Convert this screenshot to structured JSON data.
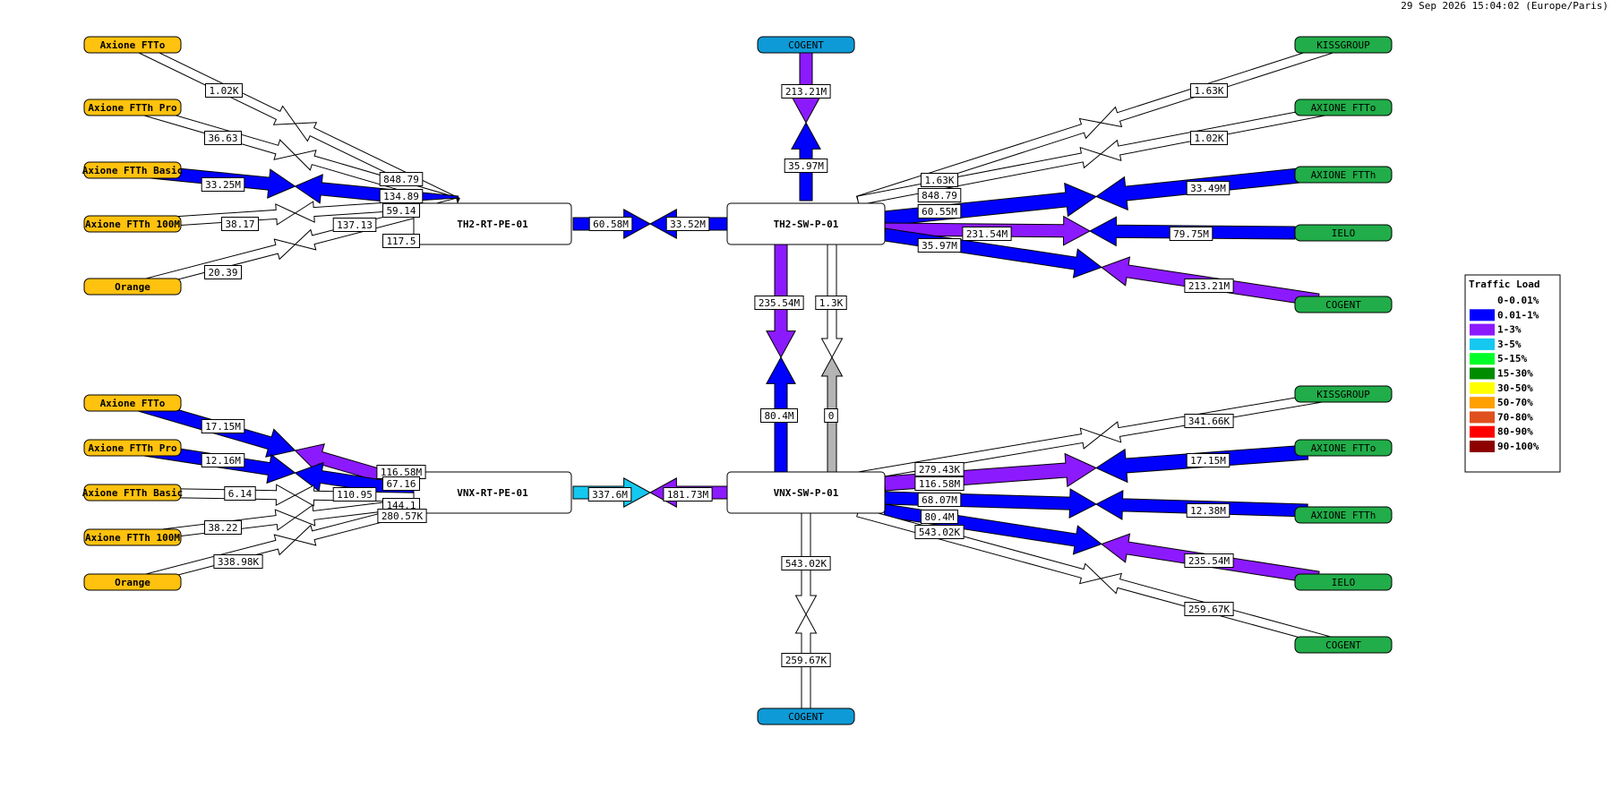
{
  "timestamp": "29 Sep 2026 15:04:02 (Europe/Paris)",
  "colors": {
    "yellow_node": "#ffc20e",
    "green_node": "#21ad49",
    "blue_node": "#0e9ad6",
    "outline": "#000000"
  },
  "nodes": {
    "th2_rt": "TH2-RT-PE-01",
    "th2_sw": "TH2-SW-P-01",
    "vnx_rt": "VNX-RT-PE-01",
    "vnx_sw": "VNX-SW-P-01",
    "tl_axione_ftto": "Axione FTTo",
    "tl_axione_ftth_pro": "Axione FTTh Pro",
    "tl_axione_ftth_basic": "Axione FTTh Basic",
    "tl_axione_ftth_100m": "Axione FTTh 100M",
    "tl_orange": "Orange",
    "bl_axione_ftto": "Axione FTTo",
    "bl_axione_ftth_pro": "Axione FTTh Pro",
    "bl_axione_ftth_basic": "Axione FTTh Basic",
    "bl_axione_ftth_100m": "Axione FTTh 100M",
    "bl_orange": "Orange",
    "cogent_top": "COGENT",
    "cogent_bottom": "COGENT",
    "tr_kissgroup": "KISSGROUP",
    "tr_axione_ftto": "AXIONE FTTo",
    "tr_axione_ftth": "AXIONE FTTh",
    "tr_ielo": "IELO",
    "tr_cogent": "COGENT",
    "br_kissgroup": "KISSGROUP",
    "br_axione_ftto": "AXIONE FTTo",
    "br_axione_ftth": "AXIONE FTTh",
    "br_ielo": "IELO",
    "br_cogent": "COGENT"
  },
  "labels": {
    "l1": "1.02K",
    "l2": "36.63",
    "l3": "33.25M",
    "l4": "38.17",
    "l5": "20.39",
    "l6": "848.79",
    "l7": "134.89",
    "l8": "59.14",
    "l9": "137.13",
    "l10": "117.5",
    "l11": "60.58M",
    "l12": "33.52M",
    "l13": "213.21M",
    "l14": "35.97M",
    "l15": "235.54M",
    "l16": "1.3K",
    "l17": "80.4M",
    "l18": "0",
    "l19": "1.63K",
    "l20": "1.02K",
    "l21": "1.63K",
    "l22": "848.79",
    "l23": "60.55M",
    "l24": "33.49M",
    "l25": "231.54M",
    "l26": "79.75M",
    "l27": "35.97M",
    "l28": "213.21M",
    "l29": "17.15M",
    "l30": "12.16M",
    "l31": "6.14",
    "l32": "38.22",
    "l33": "338.98K",
    "l34": "116.58M",
    "l35": "67.16",
    "l36": "110.95",
    "l37": "144.1",
    "l38": "280.57K",
    "l39": "337.6M",
    "l40": "181.73M",
    "l41": "543.02K",
    "l42": "259.67K",
    "l43": "341.66K",
    "l44": "279.43K",
    "l45": "17.15M",
    "l46": "116.58M",
    "l47": "68.07M",
    "l48": "12.38M",
    "l49": "80.4M",
    "l50": "543.02K",
    "l51": "235.54M",
    "l52": "259.67K"
  },
  "legend": {
    "title": "Traffic Load",
    "items": [
      {
        "label": "0-0.01%",
        "color": "#ffffff"
      },
      {
        "label": "0.01-1%",
        "color": "#0000ff"
      },
      {
        "label": "1-3%",
        "color": "#8c1aff"
      },
      {
        "label": "3-5%",
        "color": "#14c8f0"
      },
      {
        "label": "5-15%",
        "color": "#00ff28"
      },
      {
        "label": "15-30%",
        "color": "#008c00"
      },
      {
        "label": "30-50%",
        "color": "#ffff00"
      },
      {
        "label": "50-70%",
        "color": "#ffa000"
      },
      {
        "label": "70-80%",
        "color": "#e0501e"
      },
      {
        "label": "80-90%",
        "color": "#ff0000"
      },
      {
        "label": "90-100%",
        "color": "#8c0000"
      }
    ]
  }
}
